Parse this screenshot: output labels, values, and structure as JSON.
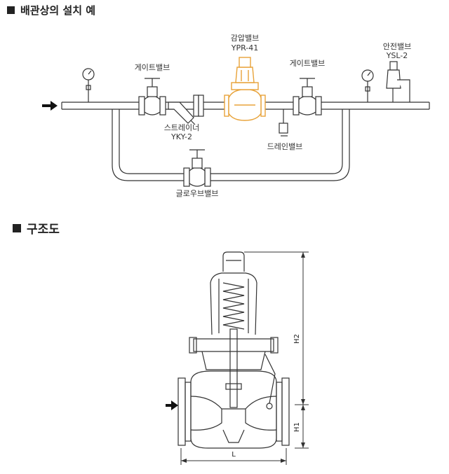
{
  "sections": {
    "installation_title": "배관상의 설치 예",
    "structure_title": "구조도"
  },
  "labels": {
    "gate_valve_left": "게이트밸브",
    "pressure_valve_name": "감압밸브",
    "pressure_valve_model": "YPR-41",
    "gate_valve_right": "게이트밸브",
    "safety_valve_name": "안전밸브",
    "safety_valve_model": "YSL-2",
    "strainer_name": "스트레이너",
    "strainer_model": "YKY-2",
    "drain_valve": "드레인밸브",
    "globe_valve": "글로우브밸브"
  },
  "dimensions": {
    "h2": "H2",
    "h1": "H1",
    "l": "L"
  },
  "colors": {
    "line": "#333333",
    "highlight": "#e8a33a",
    "heading": "#222222"
  },
  "icons": [
    "flow-arrow-icon",
    "pressure-gauge-icon",
    "square-bullet-icon"
  ]
}
